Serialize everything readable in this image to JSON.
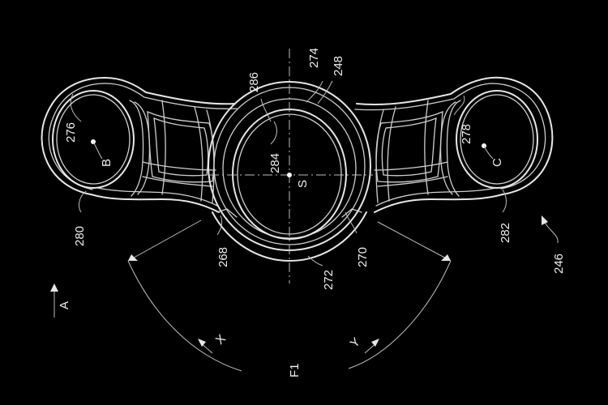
{
  "figure": {
    "reference_numerals": {
      "r246": "246",
      "r248": "248",
      "r268": "268",
      "r270": "270",
      "r272": "272",
      "r274": "274",
      "r276": "276",
      "r278": "278",
      "r280": "280",
      "r282": "282",
      "r284": "284",
      "r286": "286"
    },
    "point_labels": {
      "b": "B",
      "c": "C",
      "s": "S"
    },
    "direction_labels": {
      "a": "A",
      "x": "X",
      "y": "Y",
      "force": "F1"
    }
  },
  "colors": {
    "background": "#000000",
    "line": "#e6e6e6"
  }
}
